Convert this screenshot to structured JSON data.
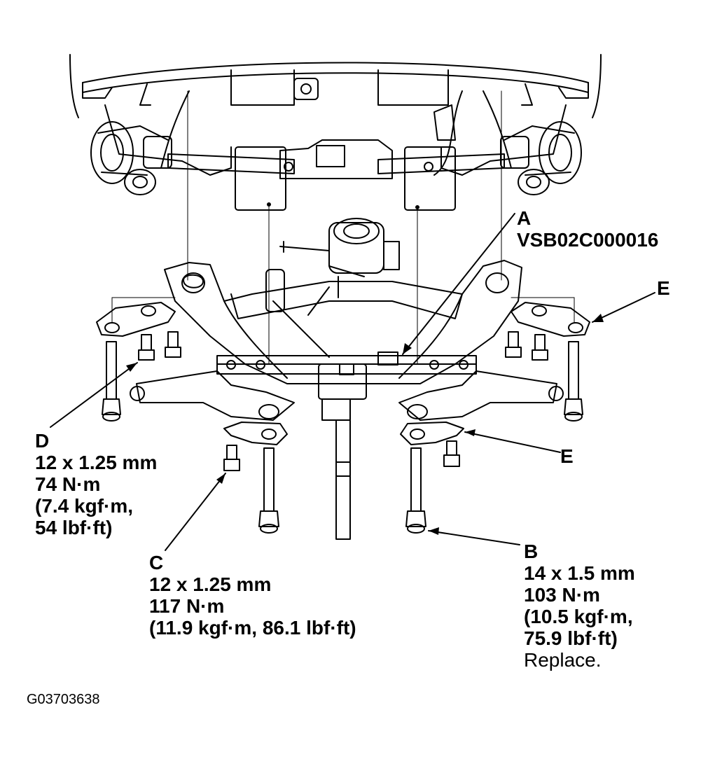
{
  "figure_id": "G03703638",
  "callouts": {
    "a": {
      "letter": "A",
      "part_number": "VSB02C000016"
    },
    "b": {
      "letter": "B",
      "size": "14 x 1.5 mm",
      "torque_nm": "103 N·m",
      "torque_kgf": "(10.5 kgf·m,",
      "torque_lbf": "75.9 lbf·ft)",
      "note": "Replace."
    },
    "c": {
      "letter": "C",
      "size": "12 x 1.25 mm",
      "torque_nm": "117 N·m",
      "torque_alt": "(11.9 kgf·m, 86.1 lbf·ft)"
    },
    "d": {
      "letter": "D",
      "size": "12 x 1.25 mm",
      "torque_nm": "74 N·m",
      "torque_kgf": "(7.4 kgf·m,",
      "torque_lbf": "54 lbf·ft)"
    },
    "e_upper": {
      "letter": "E"
    },
    "e_lower": {
      "letter": "E"
    }
  }
}
